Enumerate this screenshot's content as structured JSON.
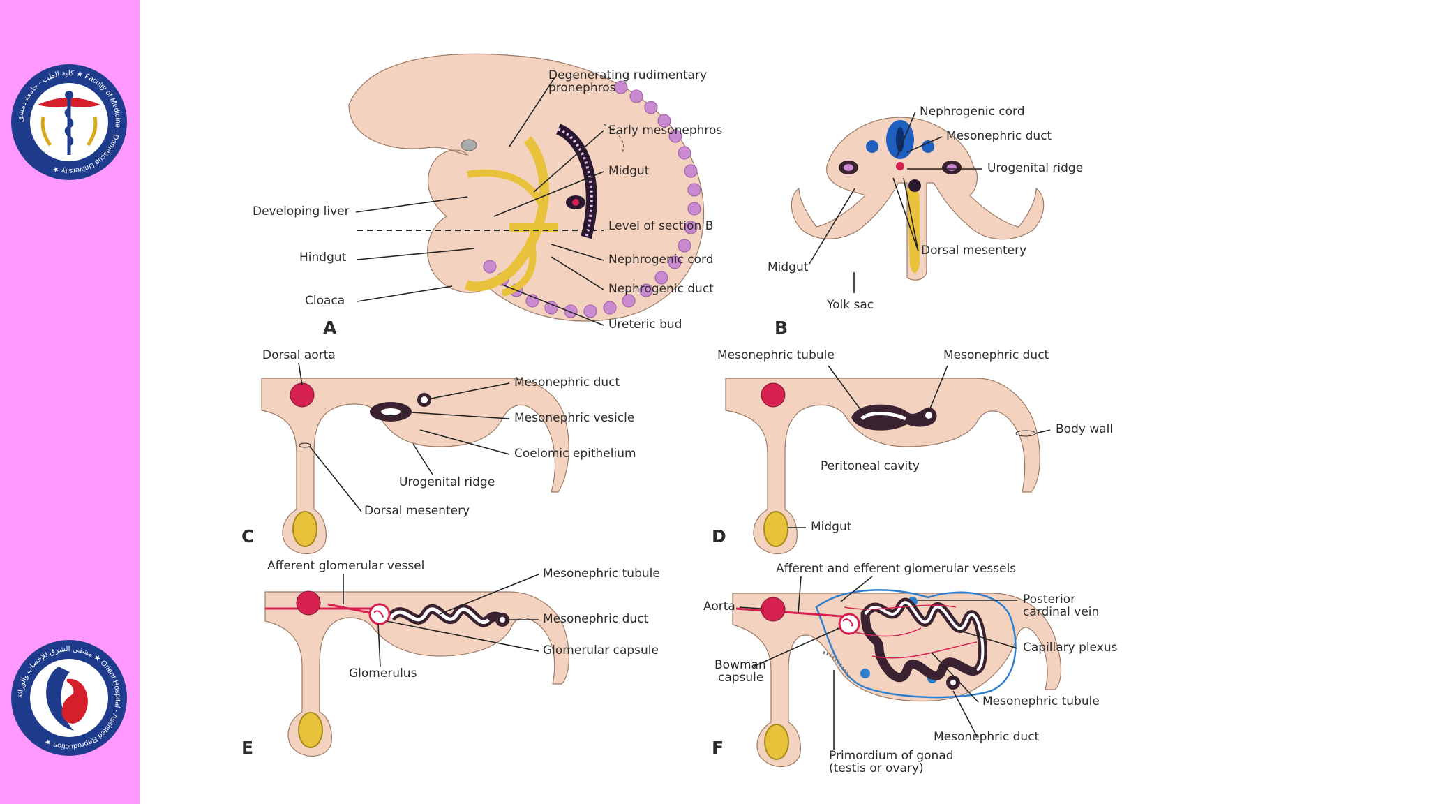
{
  "colors": {
    "sidebar": "#ff99ff",
    "tissue": "#f3d2bf",
    "somite": "#c98ad0",
    "gut": "#e8c23a",
    "aorta": "#d6204f",
    "tubule": "#3a2230",
    "vein": "#2e7fcf"
  },
  "logos": {
    "top": {
      "ring_text": "كلية الطب - جامعة دمشق ★ Faculty of Medicine - Damascus University ★",
      "icon": "caduceus-icon"
    },
    "bottom": {
      "ring_text": "مشفى الشرق للإخصاب والوراثة ★ Orient Hospital - Assisted Reproduction ★",
      "icon": "mother-fetus-icon"
    }
  },
  "panels": {
    "A": {
      "letter": "A",
      "labels": {
        "pronephros_1": "Degenerating rudimentary",
        "pronephros_2": "pronephros",
        "early_mesonephros": "Early mesonephros",
        "midgut": "Midgut",
        "developing_liver": "Developing liver",
        "level_b": "Level of section B",
        "hindgut": "Hindgut",
        "nephrogenic_cord": "Nephrogenic cord",
        "nephrogenic_duct": "Nephrogenic duct",
        "cloaca": "Cloaca",
        "ureteric_bud": "Ureteric bud"
      }
    },
    "B": {
      "letter": "B",
      "labels": {
        "nephrogenic_cord": "Nephrogenic cord",
        "mesonephric_duct": "Mesonephric duct",
        "urogenital_ridge": "Urogenital ridge",
        "dorsal_mesentery": "Dorsal mesentery",
        "midgut": "Midgut",
        "yolk_sac": "Yolk sac"
      }
    },
    "C": {
      "letter": "C",
      "labels": {
        "dorsal_aorta": "Dorsal aorta",
        "mesonephric_duct": "Mesonephric duct",
        "mesonephric_vesicle": "Mesonephric vesicle",
        "coelomic_epithelium": "Coelomic epithelium",
        "urogenital_ridge": "Urogenital ridge",
        "dorsal_mesentery": "Dorsal mesentery"
      }
    },
    "D": {
      "letter": "D",
      "labels": {
        "mesonephric_tubule": "Mesonephric tubule",
        "mesonephric_duct": "Mesonephric duct",
        "body_wall": "Body wall",
        "peritoneal_cavity": "Peritoneal cavity",
        "midgut": "Midgut"
      }
    },
    "E": {
      "letter": "E",
      "labels": {
        "afferent_vessel": "Afferent glomerular vessel",
        "mesonephric_tubule": "Mesonephric tubule",
        "mesonephric_duct": "Mesonephric duct",
        "glomerular_capsule": "Glomerular capsule",
        "glomerulus": "Glomerulus"
      }
    },
    "F": {
      "letter": "F",
      "labels": {
        "vessels": "Afferent and efferent glomerular vessels",
        "aorta": "Aorta",
        "posterior_cardinal_1": "Posterior",
        "posterior_cardinal_2": "cardinal vein",
        "capillary_plexus": "Capillary plexus",
        "bowman_1": "Bowman",
        "bowman_2": "capsule",
        "mesonephric_tubule": "Mesonephric tubule",
        "mesonephric_duct": "Mesonephric duct",
        "gonad_1": "Primordium of gonad",
        "gonad_2": "(testis or ovary)"
      }
    }
  }
}
